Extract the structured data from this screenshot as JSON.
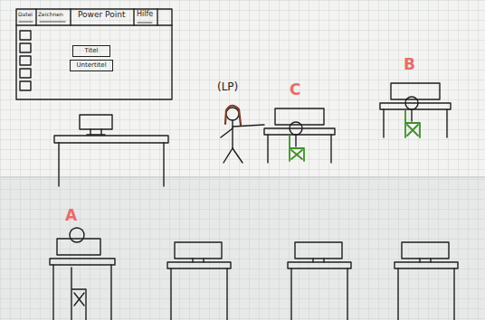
{
  "diagram": {
    "nodes": [
      {
        "text": [
          "Titel"
        ]
      },
      {
        "text": [
          "Untertitel"
        ]
      }
    ],
    "labels": [
      "Datei",
      "Zeichnen",
      "Power Point",
      "Hilfe",
      "(LP)",
      "C",
      "B",
      "A"
    ]
  }
}
